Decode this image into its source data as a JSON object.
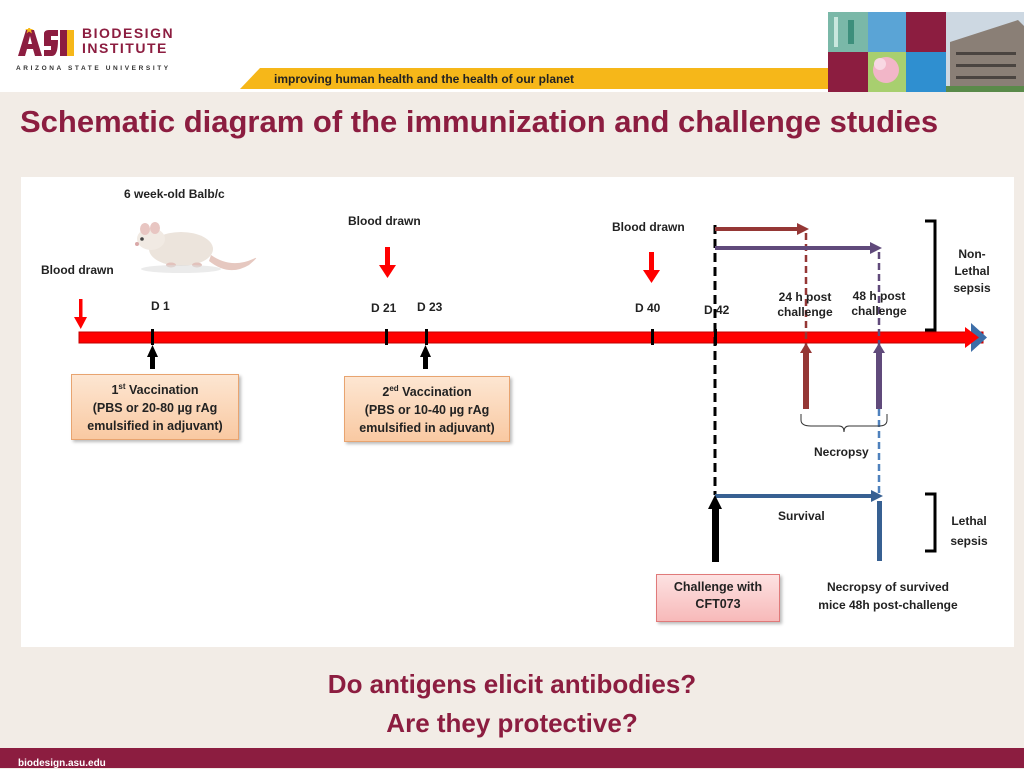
{
  "header": {
    "logo_text": "ASU",
    "institute_name": "BIODESIGN INSTITUTE",
    "university": "ARIZONA STATE UNIVERSITY",
    "tagline": "improving human health and the health of our planet",
    "colors": {
      "maroon": "#8c1d40",
      "gold": "#f6b719"
    }
  },
  "title": "Schematic diagram of the immunization and challenge studies",
  "diagram": {
    "mouse_label": "6 week-old Balb/c",
    "blood_drawn_start": "Blood drawn",
    "blood_drawn_d21": "Blood drawn",
    "blood_drawn_d40": "Blood drawn",
    "days": {
      "d1": "D 1",
      "d21": "D 21",
      "d23": "D 23",
      "d40": "D 40",
      "d42": "D 42"
    },
    "post_24h": "24 h post challenge",
    "post_48h": "48 h post challenge",
    "nonlethal": "Non-Lethal sepsis",
    "lethal": "Lethal sepsis",
    "vaccination1": {
      "label": "Vaccination",
      "sup": "st",
      "num": "1",
      "line2": "(PBS or 20-80  µg rAg",
      "line3": "emulsified in adjuvant)"
    },
    "vaccination2": {
      "label": "Vaccination",
      "sup": "ed",
      "num": "2",
      "line2": "(PBS or 10-40  µg rAg",
      "line3": "emulsified in adjuvant)"
    },
    "necropsy": "Necropsy",
    "survival": "Survival",
    "challenge": "Challenge with CFT073",
    "necropsy_survived": "Necropsy of survived mice 48h post-challenge",
    "colors": {
      "timeline": "#ff0000",
      "arrow24": "#953735",
      "arrow48": "#604a7b",
      "survival": "#376092"
    }
  },
  "questions": {
    "q1": "Do antigens elicit antibodies?",
    "q2": "Are they protective?"
  },
  "footer": {
    "url": "biodesign.asu.edu"
  }
}
